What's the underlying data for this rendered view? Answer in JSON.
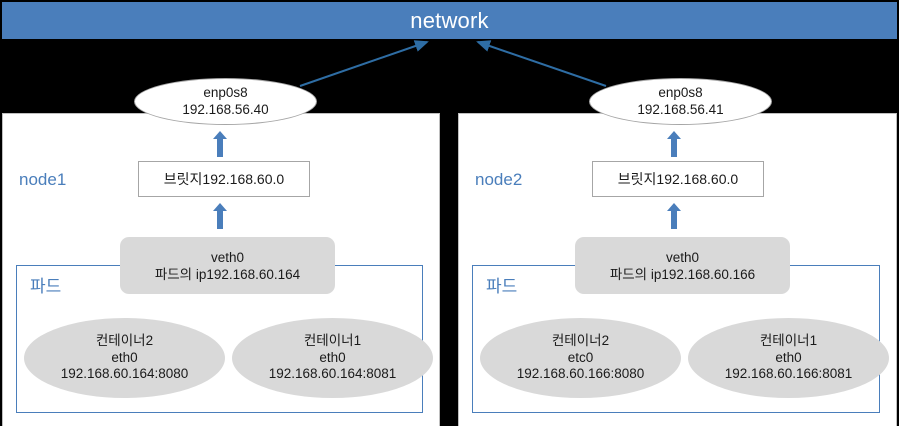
{
  "diagram": {
    "title": "network",
    "accent_color": "#4A7EBB",
    "background_color": "#000000",
    "panel_color": "#FFFFFF",
    "shape_fill_gray": "#D9D9D9"
  },
  "network_bar": {
    "label": "network"
  },
  "nodes": [
    {
      "id": "node1",
      "label": "node1",
      "nic": {
        "name": "enp0s8",
        "ip": "192.168.56.40"
      },
      "bridge": {
        "label": "브릿지192.168.60.0"
      },
      "veth": {
        "name": "veth0",
        "detail": "파드의 ip192.168.60.164"
      },
      "pod": {
        "label": "파드",
        "containers": [
          {
            "name": "컨테이너2",
            "interface": "eth0",
            "endpoint": "192.168.60.164:8080"
          },
          {
            "name": "컨테이너1",
            "interface": "eth0",
            "endpoint": "192.168.60.164:8081"
          }
        ]
      }
    },
    {
      "id": "node2",
      "label": "node2",
      "nic": {
        "name": "enp0s8",
        "ip": "192.168.56.41"
      },
      "bridge": {
        "label": "브릿지192.168.60.0"
      },
      "veth": {
        "name": "veth0",
        "detail": "파드의 ip192.168.60.166"
      },
      "pod": {
        "label": "파드",
        "containers": [
          {
            "name": "컨테이너2",
            "interface": "etc0",
            "endpoint": "192.168.60.166:8080"
          },
          {
            "name": "컨테이너1",
            "interface": "eth0",
            "endpoint": "192.168.60.166:8081"
          }
        ]
      }
    }
  ]
}
